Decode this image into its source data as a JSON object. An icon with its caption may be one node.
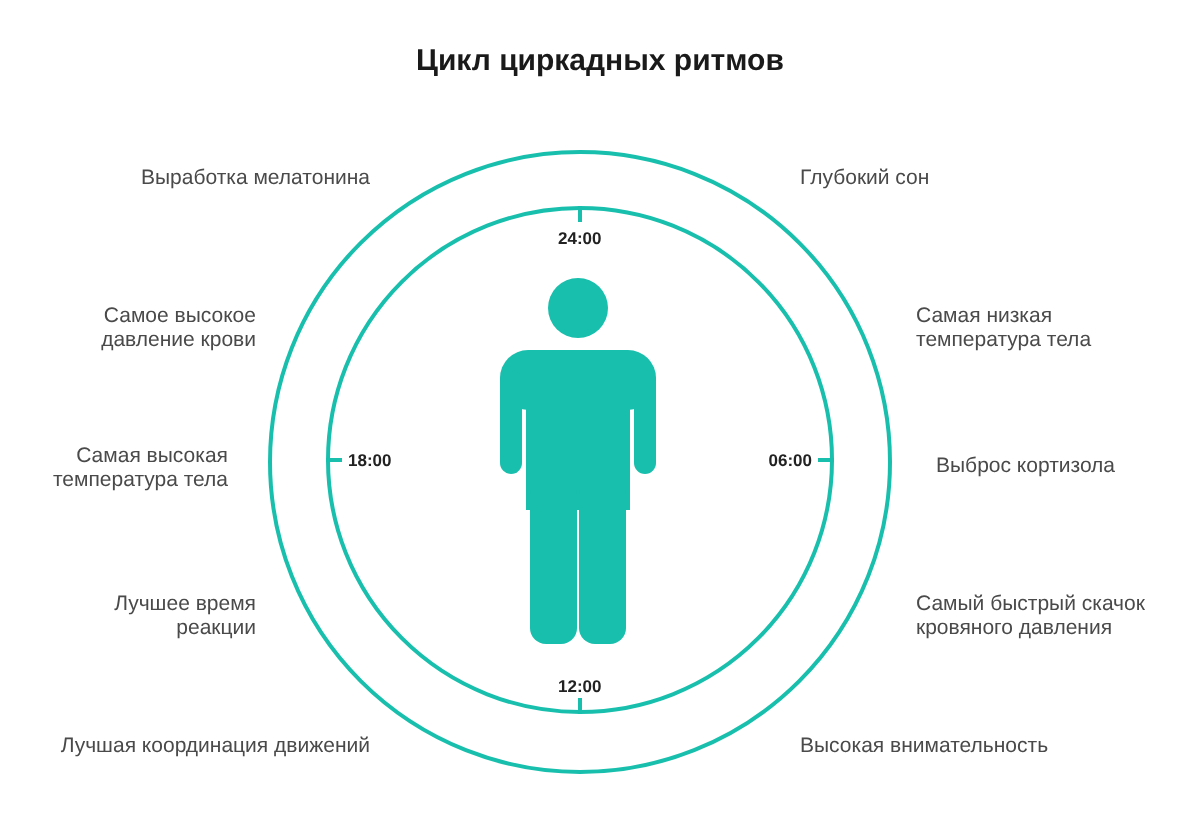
{
  "diagram": {
    "title": "Цикл циркадных ритмов",
    "nodes": [
      {
        "text": [],
        "shape": "circle"
      },
      {
        "text": [
          "24:00",
          "18:00",
          "06:00",
          "12:00"
        ],
        "in": 0
      },
      {
        "text": [],
        "shape": "person",
        "in": 1
      }
    ],
    "edges": [],
    "labels": [
      "Выработка мелатонина",
      "Глубокий сон",
      "Самое высокое давление крови",
      "Самая низкая температура тела",
      "Самая высокая температура тела",
      "Выброс кортизола",
      "Лучшее время реакции",
      "Самый быстрый скачок кровяного давления",
      "Лучшая координация движений",
      "Высокая внимательность"
    ]
  }
}
